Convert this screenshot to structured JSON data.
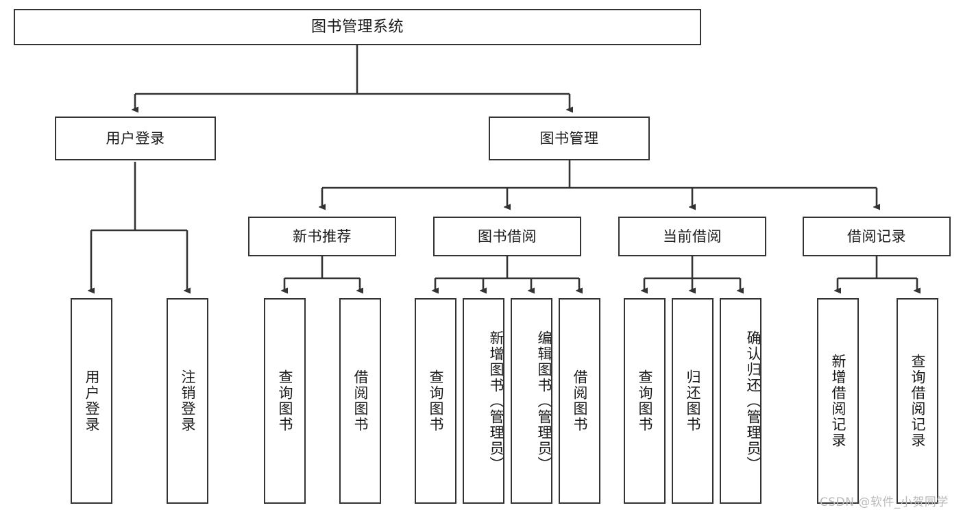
{
  "diagram": {
    "title": "图书管理系统",
    "type": "tree",
    "stroke_color": "#333333",
    "fill_color": "#ffffff",
    "text_color": "#1a1a1a",
    "watermark": "CSDN @软件_小贺同学"
  },
  "nodes": {
    "root": {
      "label": "图书管理系统"
    },
    "level1": [
      {
        "id": "user-login",
        "label": "用户登录"
      },
      {
        "id": "book-manage",
        "label": "图书管理"
      }
    ],
    "level2": [
      {
        "id": "new-book-recommend",
        "label": "新书推荐"
      },
      {
        "id": "book-borrow",
        "label": "图书借阅"
      },
      {
        "id": "current-borrow",
        "label": "当前借阅"
      },
      {
        "id": "borrow-record",
        "label": "借阅记录"
      }
    ],
    "leaves": {
      "user_login": [
        {
          "id": "leaf-user-login",
          "label": "用户登录"
        },
        {
          "id": "leaf-logout-login",
          "label": "注销登录"
        }
      ],
      "new_book_recommend": [
        {
          "id": "leaf-query-book-1",
          "label": "查询图书"
        },
        {
          "id": "leaf-borrow-book-1",
          "label": "借阅图书"
        }
      ],
      "book_borrow": [
        {
          "id": "leaf-query-book-2",
          "label": "查询图书"
        },
        {
          "id": "leaf-add-book",
          "label": "新增图书（管理员）"
        },
        {
          "id": "leaf-edit-book",
          "label": "编辑图书（管理员）"
        },
        {
          "id": "leaf-borrow-book-2",
          "label": "借阅图书"
        }
      ],
      "current_borrow": [
        {
          "id": "leaf-query-book-3",
          "label": "查询图书"
        },
        {
          "id": "leaf-return-book",
          "label": "归还图书"
        },
        {
          "id": "leaf-confirm-return",
          "label": "确认归还（管理员）"
        }
      ],
      "borrow_record": [
        {
          "id": "leaf-add-record",
          "label": "新增借阅记录"
        },
        {
          "id": "leaf-query-record",
          "label": "查询借阅记录"
        }
      ]
    }
  }
}
